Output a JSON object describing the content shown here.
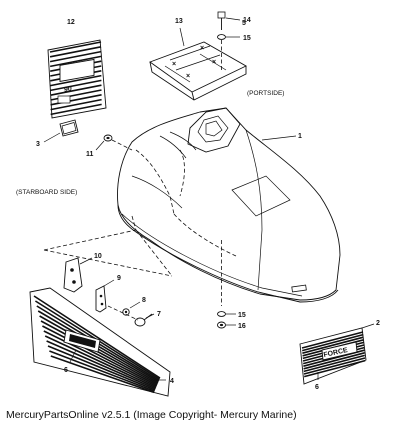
{
  "diagram": {
    "callouts": {
      "c1": "1",
      "c2": "2",
      "c3": "3",
      "c4": "4",
      "c5": "5",
      "c6a": "6",
      "c6b": "6",
      "c7": "7",
      "c8": "8",
      "c9": "9",
      "c10": "10",
      "c11": "11",
      "c12": "12",
      "c13": "13",
      "c14": "14",
      "c15a": "15",
      "c15b": "15",
      "c16": "16"
    },
    "side_labels": {
      "portside": "(PORTSIDE)",
      "starboard": "(STARBOARD SIDE)"
    },
    "decal_text": {
      "decal_12": "90",
      "decal_2": "FORCE"
    }
  },
  "caption": "MercuryPartsOnline v2.5.1 (Image Copyright- Mercury Marine)"
}
